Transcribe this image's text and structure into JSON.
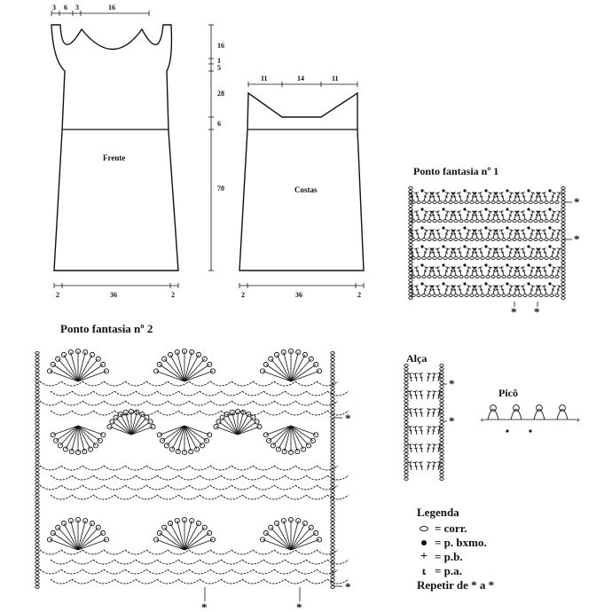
{
  "front": {
    "label": "Frente",
    "top_widths": [
      "3",
      "6",
      "3",
      "16"
    ],
    "heights": [
      "16",
      "1",
      "5",
      "28",
      "6",
      "70"
    ],
    "bottom_widths": [
      "2",
      "36",
      "2"
    ]
  },
  "back": {
    "label": "Costas",
    "top_widths": [
      "11",
      "14",
      "11"
    ],
    "bottom_widths": [
      "2",
      "36",
      "2"
    ]
  },
  "pattern1": {
    "title": "Ponto fantasia nº 1",
    "repeat_marker": "*"
  },
  "pattern2": {
    "title": "Ponto fantasia nº 2",
    "repeat_marker": "*"
  },
  "strap": {
    "title": "Alça",
    "repeat_marker": "*"
  },
  "picot": {
    "title": "Picô"
  },
  "legend": {
    "title": "Legenda",
    "items": [
      {
        "icon": "chain-oval-icon",
        "text": "= corr."
      },
      {
        "icon": "slip-stitch-dot-icon",
        "text": "= p. bxmo."
      },
      {
        "icon": "single-crochet-plus-icon",
        "text": "= p.b."
      },
      {
        "icon": "double-crochet-tee-icon",
        "text": "= p.a."
      }
    ],
    "repeat": "Repetir de * a *"
  }
}
